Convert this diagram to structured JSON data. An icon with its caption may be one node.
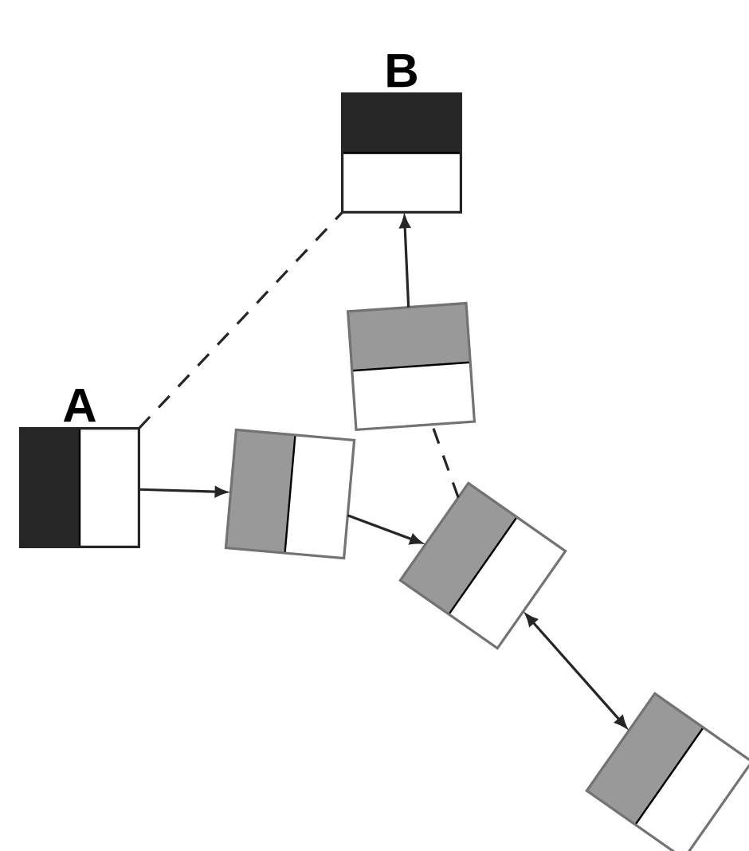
{
  "diagram": {
    "nodes": [
      {
        "text": [
          "B"
        ]
      },
      {
        "text": [
          "A"
        ]
      },
      {
        "text": [],
        "shape": "box"
      },
      {
        "text": [],
        "shape": "box"
      },
      {
        "text": [],
        "shape": "box"
      },
      {
        "text": [],
        "shape": "box"
      }
    ],
    "edges": [
      {
        "from": 1,
        "to": 0,
        "arrow": "none",
        "style": "dashed"
      },
      {
        "from": 1,
        "to": 2,
        "arrow": "to"
      },
      {
        "from": 2,
        "to": 4,
        "arrow": "to"
      },
      {
        "from": 4,
        "to": 3,
        "arrow": "none",
        "style": "dashed"
      },
      {
        "from": 3,
        "to": 0,
        "arrow": "to"
      },
      {
        "from": 4,
        "to": 5,
        "arrow": "both"
      }
    ]
  }
}
